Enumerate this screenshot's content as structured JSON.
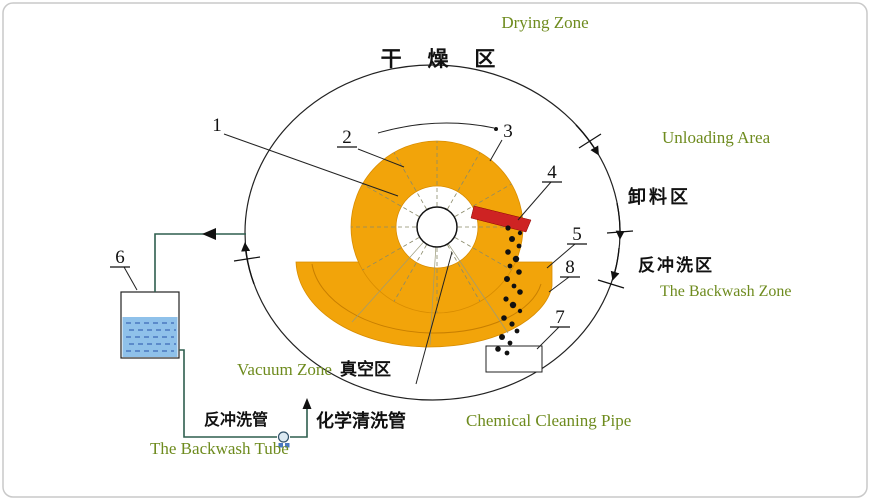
{
  "labels": {
    "drying_zone_en": "Drying Zone",
    "drying_zone_zh": "干  燥  区",
    "unloading_area_en": "Unloading Area",
    "unloading_area_zh": "卸料区",
    "backwash_zone_zh": "反冲洗区",
    "backwash_zone_en": "The Backwash Zone",
    "vacuum_zone_en": "Vacuum Zone",
    "vacuum_zone_zh": "真空区",
    "backwash_tube_zh": "反冲洗管",
    "chemical_pipe_zh": "化学清洗管",
    "chemical_pipe_en": "Chemical Cleaning Pipe",
    "backwash_tube_en": "The Backwash Tube"
  },
  "callouts": [
    "1",
    "2",
    "3",
    "4",
    "5",
    "6",
    "7",
    "8"
  ],
  "colors": {
    "disc_orange": "#F2A40A",
    "disc_edge": "#D88C00",
    "label_green": "#6E8B1E",
    "chute_red": "#CE2323",
    "liquid_blue": "#8FC1EA",
    "pipe_green": "#2E5E4E",
    "line_black": "#222222"
  }
}
